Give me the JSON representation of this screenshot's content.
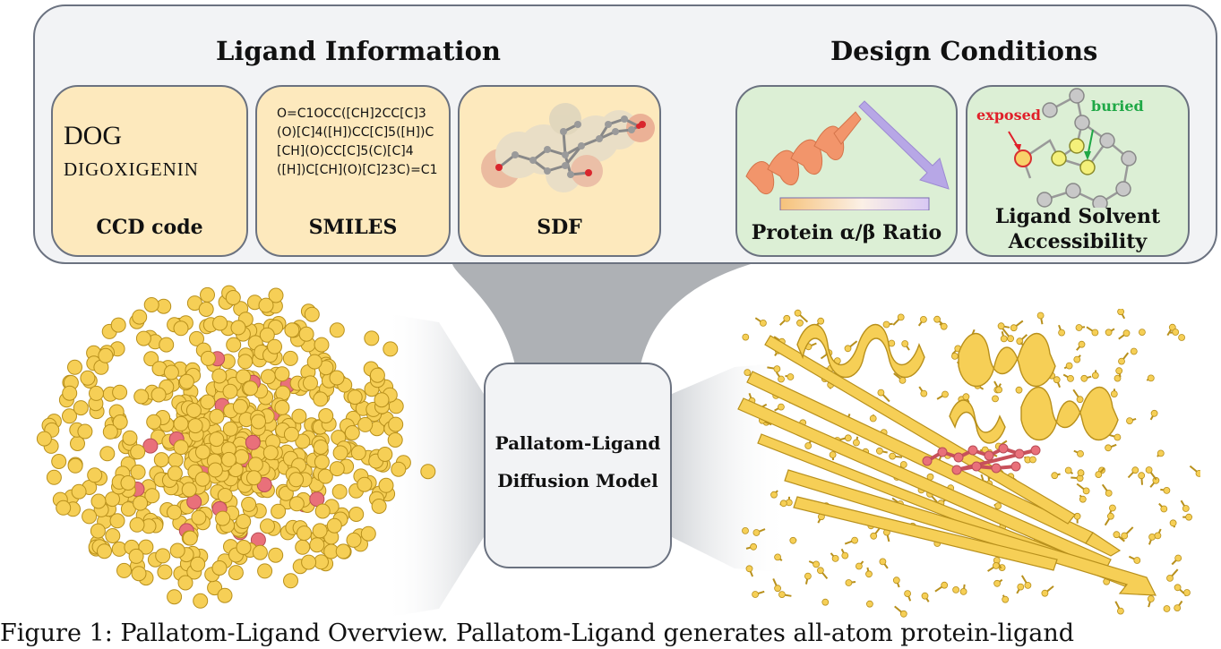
{
  "panel": {
    "ligand_title": "Ligand Information",
    "design_title": "Design Conditions"
  },
  "cards": {
    "ccd": {
      "code": "DOG",
      "name": "DIGOXIGENIN",
      "label": "CCD code"
    },
    "smiles": {
      "text": "O=C1OCC([CH]2CC[C]3(O)[C]4([H])CC[C]5([H])C[CH](O)CC[C]5(C)[C]4([H])C[CH](O)[C]23C)=C1",
      "label": "SMILES"
    },
    "sdf": {
      "label": "SDF"
    },
    "ratio": {
      "label": "Protein α/β Ratio"
    },
    "solvent": {
      "label_line1": "Ligand Solvent",
      "label_line2": "Accessibility",
      "exposed": "exposed",
      "buried": "buried"
    }
  },
  "model": {
    "line1": "Pallatom-Ligand",
    "line2": "Diffusion Model"
  },
  "caption": {
    "text": "Figure 1: Pallatom-Ligand Overview. Pallatom-Ligand generates all-atom protein-ligand"
  },
  "colors": {
    "atom_yellow": "#f6cf56",
    "atom_outline": "#b8901c",
    "ligand_pink": "#e9707a",
    "card_yellow": "#fde9bd",
    "card_green": "#dcefd5",
    "helix_orange": "#f2956b",
    "strand_purple": "#b7a7e6",
    "exposed_red": "#e0202a",
    "buried_green": "#1fa846"
  }
}
